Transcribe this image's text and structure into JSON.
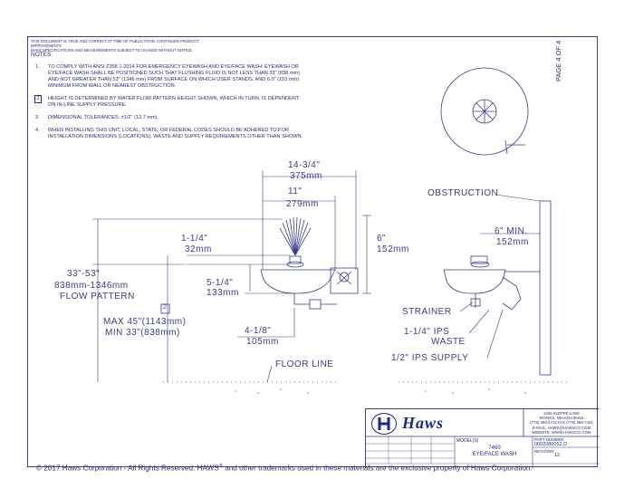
{
  "header": {
    "disclaimer_1": "THIS DOCUMENT IS TRUE AND CORRECT AT TIME OF PUBLICATION. CONTINUED PRODUCT IMPROVEMENTS",
    "disclaimer_2": "MAKE SPECIFICATIONS AND MEASUREMENTS SUBJECT TO CHANGE WITHOUT NOTICE."
  },
  "page_label": "PAGE 4 OF 4",
  "notes": {
    "title": "NOTES:",
    "items": [
      {
        "num": "1.",
        "text": "TO COMPLY WITH ANSI Z358.1-2014 FOR EMERGENCY EYEWASH AND EYE/FACE WASH: EYEWASH OR EYE/FACE WASH SHALL BE POSITIONED SUCH THAT FLUSHING FLUID IS NOT LESS THAN 33\" (838 mm) AND NOT GREATER THAN 53\" (1346 mm) FROM SURFACE ON WHICH USER STANDS, AND 6.0\" (153 mm) MINIMUM FROM WALL OR NEAREST OBSTRUCTION."
      },
      {
        "num": "2",
        "text": "HEIGHT IS DETERMINED BY WATER FLOW PATTERN HEIGHT SHOWN, WHICH IN TURN, IS DEPENDENT ON IN-LINE SUPPLY PRESSURE."
      },
      {
        "num": "3.",
        "text": "DIMENSIONAL TOLERANCES: ±1/2\" (12.7 mm)."
      },
      {
        "num": "4.",
        "text": "WHEN INSTALLING THIS UNIT, LOCAL, STATE, OR FEDERAL CODES SHOULD BE ADHERED TO FOR INSTALLATION DIMENSIONS (LOCATIONS), WASTE AND SUPPLY REQUIREMENTS OTHER THAN SHOWN."
      }
    ]
  },
  "dims": {
    "width_in": "14-3/4\"",
    "width_mm": "375mm",
    "bowl_in": "11\"",
    "bowl_mm": "279mm",
    "head_in": "1-1/4\"",
    "head_mm": "32mm",
    "bowl_depth_in": "5-1/4\"",
    "bowl_depth_mm": "133mm",
    "drain_in": "4-1/8\"",
    "drain_mm": "105mm",
    "proj_in": "6\"",
    "proj_mm": "152mm",
    "flow_range_in": "33\"-53\"",
    "flow_range_mm": "838mm-1346mm",
    "flow_label": "FLOW PATTERN",
    "note_ref": "2",
    "max_h": "MAX 45\"(1143mm)",
    "min_h": "MIN 33\"(838mm)",
    "min_wall_in": "6\" MIN.",
    "min_wall_mm": "152mm"
  },
  "labels": {
    "floor": "FLOOR LINE",
    "obstruction": "OBSTRUCTION",
    "strainer": "STRAINER",
    "waste_1": "1-1/4\" IPS",
    "waste_2": "WASTE",
    "supply": "1/2\" IPS SUPPLY"
  },
  "titleblock": {
    "brand": "Haws",
    "address": [
      "1455 KLEPPE LANE",
      "SPARKS, NEVADA 89431",
      "(775) 359-4712  FAX (775) 359-7424",
      "E-MAIL: HAWS@HAWSCO.COM",
      "WEBSITE: WWW.HAWSCO.COM"
    ],
    "model_label": "MODEL(S)",
    "model": "7460",
    "name": "EYE/FACE WASH",
    "part_label": "PART NUMBER",
    "part_number": "0002080052.D",
    "revision_label": "REVISION",
    "revision": "12"
  },
  "copyright": {
    "text_a": "© 2017 Haws Corporation - All Rights Reserved.   HAWS",
    "reg": "®",
    "text_b": "and other trademarks used in these materials are the exclusive property of Haws Corporation."
  }
}
